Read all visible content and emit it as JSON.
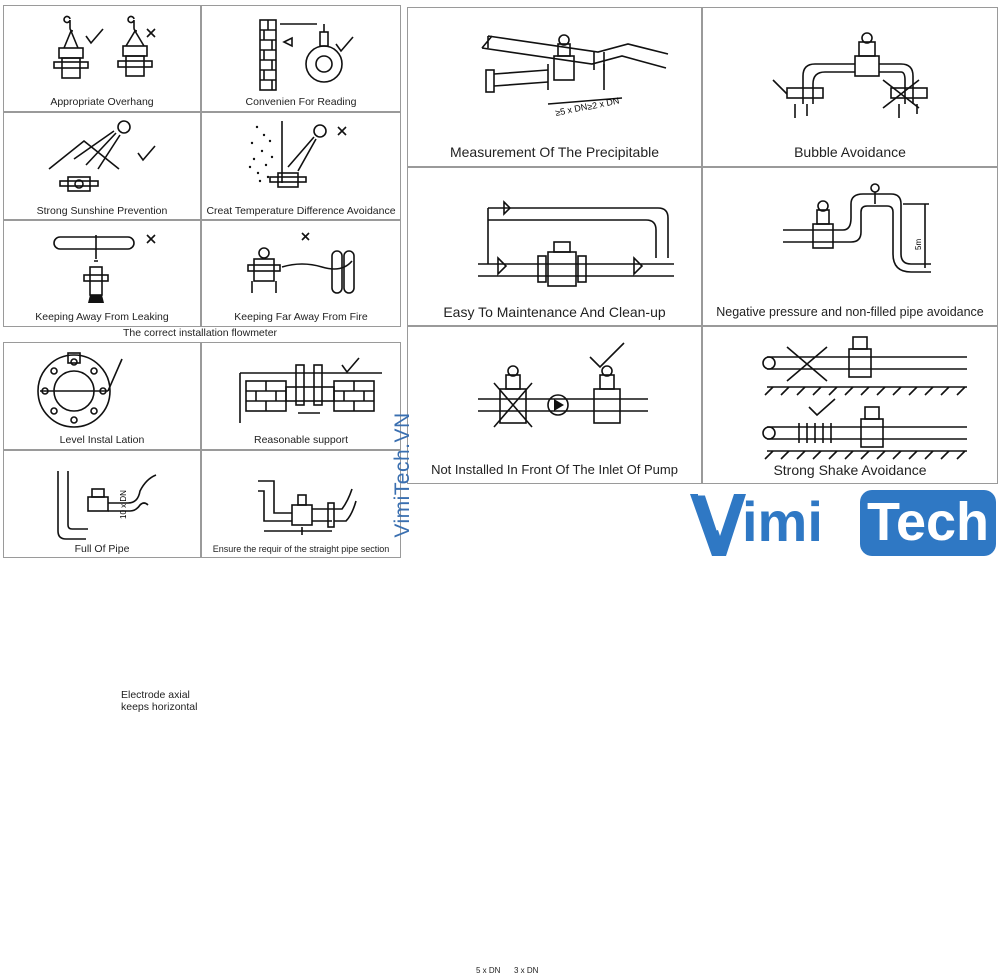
{
  "left_grid": {
    "appropriate_overhang": "Appropriate Overhang",
    "convenient_reading": "Convenien For Reading",
    "sunshine": "Strong Sunshine Prevention",
    "temperature": "Creat Temperature Difference Avoidance",
    "leaking": "Keeping Away From Leaking",
    "fire": "Keeping Far Away From Fire",
    "band_title": "The correct installation flowmeter",
    "level": "Level Instal Lation",
    "electrode_note": "Electrode axial keeps horizontal",
    "support": "Reasonable support",
    "full_pipe": "Full Of Pipe",
    "straight_pipe": "Ensure the requir of the straight pipe section",
    "dim_5dn": "5 x DN",
    "dim_3dn": "3 x DN",
    "dim_10dn": "10 x DN"
  },
  "right_grid": {
    "precipitable": "Measurement Of The Precipitable",
    "dim_5dn": "≥5 x DN",
    "dim_2dn": "≥2 x DN",
    "bubble": "Bubble Avoidance",
    "maintenance": "Easy To Maintenance And Clean-up",
    "negative_pressure": "Negative pressure and non-filled pipe avoidance",
    "dim_5m": "5m",
    "pump": "Not Installed In Front Of The Inlet Of Pump",
    "shake": "Strong Shake Avoidance"
  },
  "watermark": "VimiTech.VN",
  "logo": {
    "part1": "imi",
    "part2": "Tech",
    "color": "#2f78c4",
    "icon": "v-logo-icon"
  }
}
